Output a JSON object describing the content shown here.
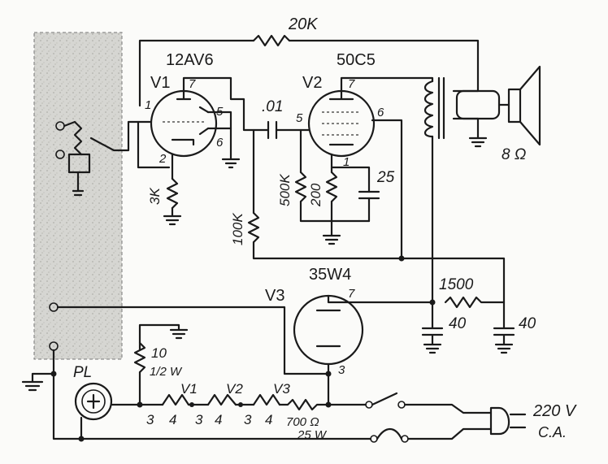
{
  "tubes": {
    "v1": {
      "ref": "V1",
      "type": "12AV6",
      "pins": [
        "1",
        "7",
        "5",
        "2",
        "6"
      ]
    },
    "v2": {
      "ref": "V2",
      "type": "50C5",
      "pins": [
        "7",
        "5",
        "6",
        "1"
      ]
    },
    "v3": {
      "ref": "V3",
      "type": "35W4",
      "pins": [
        "7",
        "3"
      ]
    }
  },
  "components": {
    "r_feedback": "20K",
    "c_coupling": ".01",
    "r_cathode_v1": "3K",
    "r_plate_load": "100K",
    "r_grid_v2": "500K",
    "r_cathode_v2": "200",
    "c_cathode_v2": "25",
    "r_filter": "1500",
    "c_filter_1": "40",
    "c_filter_2": "40",
    "speaker": "8 Ω",
    "pilot_lamp": "PL",
    "r_lamp": "10",
    "r_lamp_rating": "1/2 W",
    "r_dropping": "700 Ω",
    "r_dropping_rating": "25 W",
    "mains": "220 V",
    "mains_type": "C.A."
  },
  "heater_chain": {
    "labels": [
      "V1",
      "V2",
      "V3"
    ],
    "pins": [
      "3",
      "4",
      "3",
      "4",
      "3",
      "4"
    ]
  }
}
